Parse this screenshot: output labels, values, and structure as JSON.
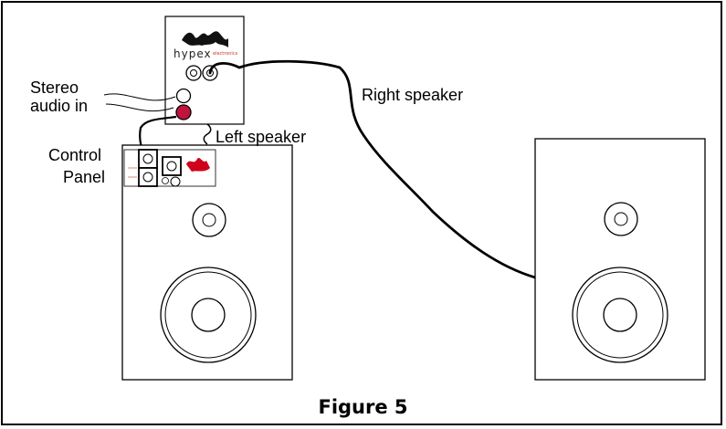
{
  "labels": {
    "stereo_line1": "Stereo",
    "stereo_line2": "audio in",
    "right_speaker": "Right speaker",
    "left_speaker": "Left speaker",
    "control_line1": "Control",
    "control_line2": "Panel",
    "figure_caption": "Figure 5"
  },
  "amplifier": {
    "brand": "hypex",
    "brand_sub": "electronics"
  },
  "colors": {
    "line": "#000000",
    "input_jack": "#c0143c",
    "logo_red": "#d0021b"
  },
  "icons": {
    "logo": "hypex-wave-logo"
  }
}
